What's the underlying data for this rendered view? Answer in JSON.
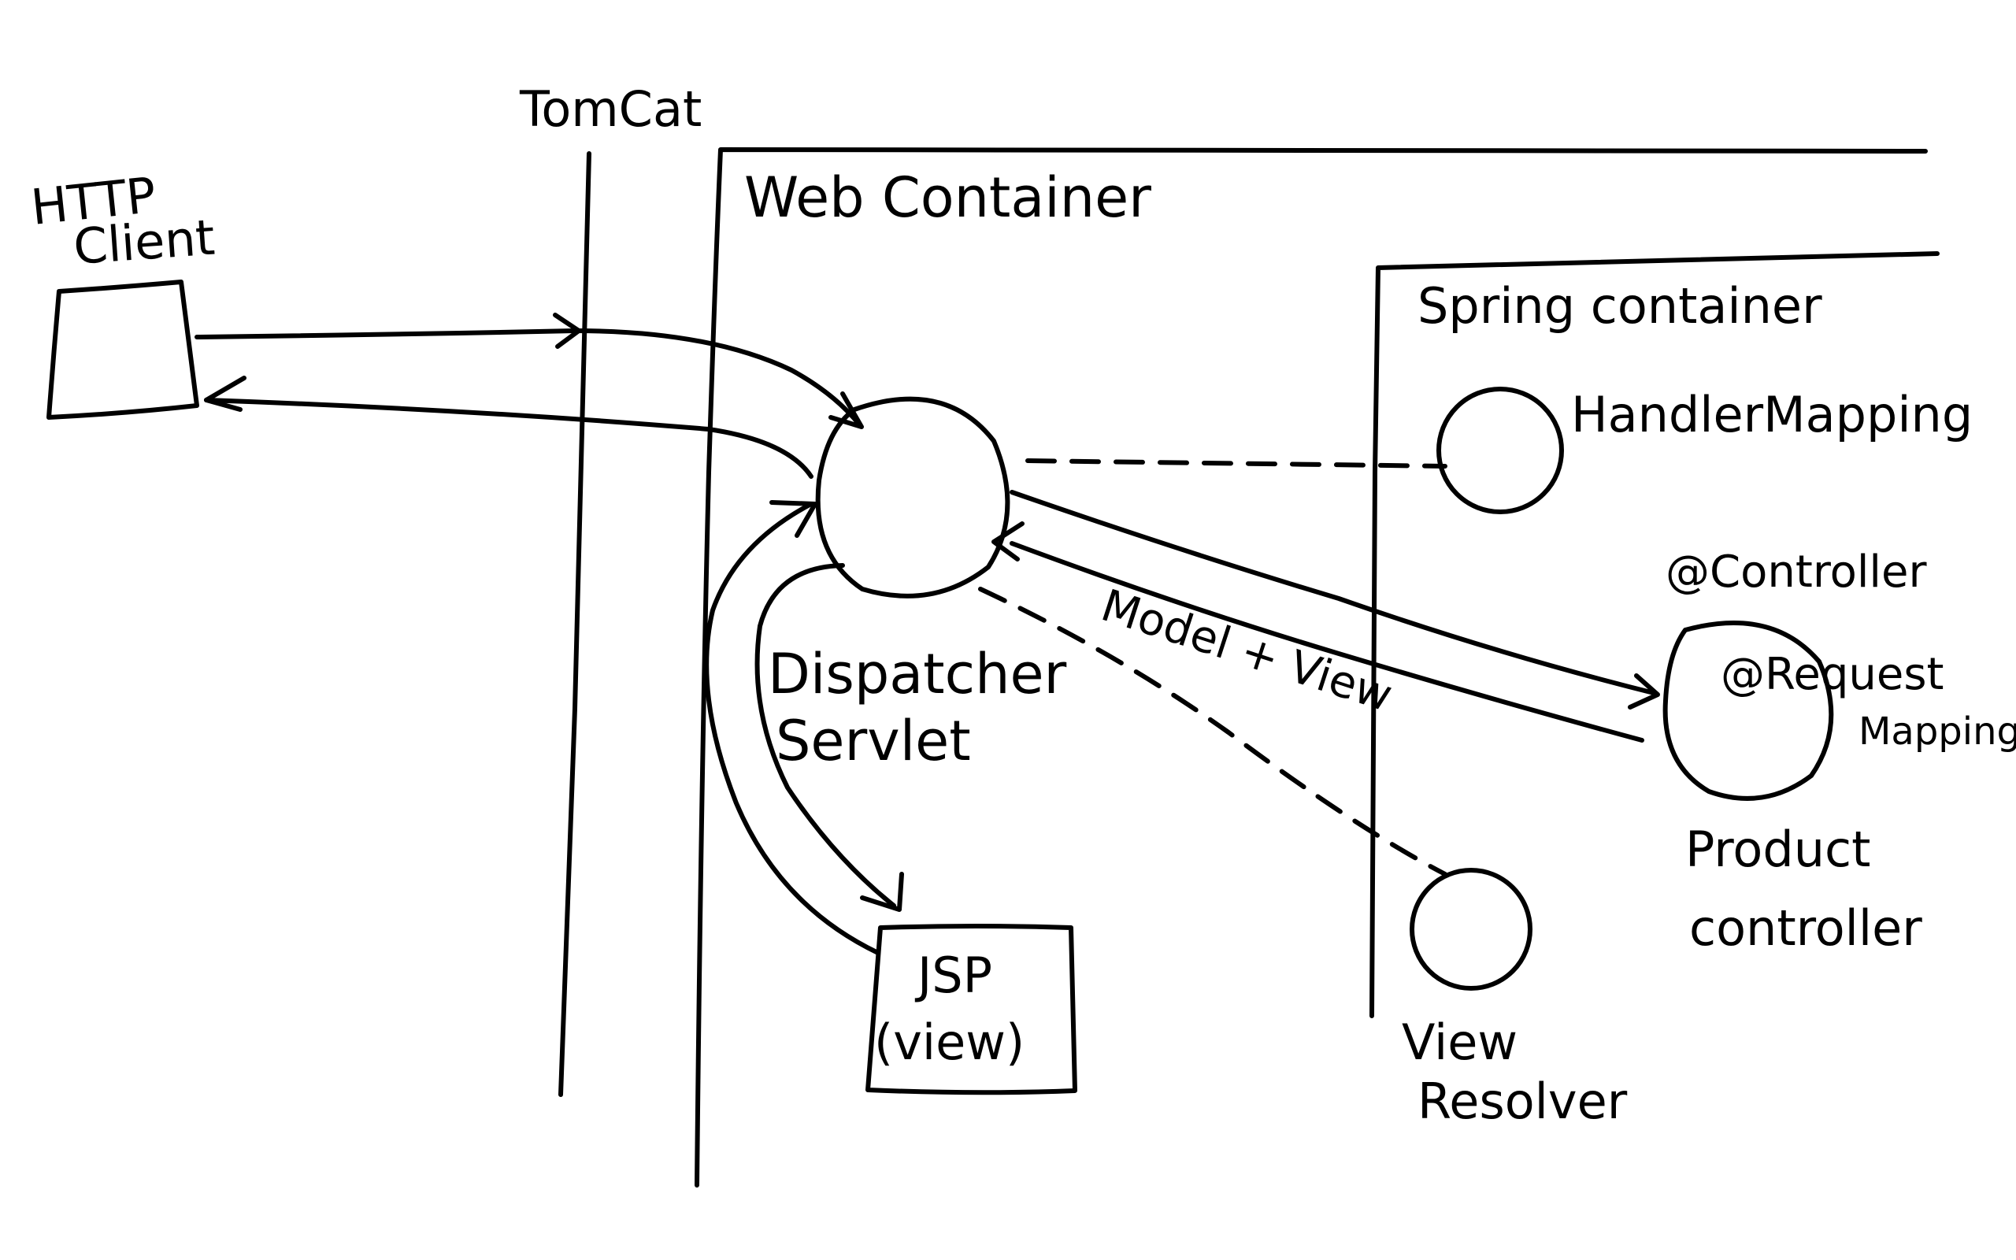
{
  "labels": {
    "http_client_line1": "HTTP",
    "http_client_line2": "Client",
    "tomcat": "TomCat",
    "web_container": "Web Container",
    "spring_container": "Spring container",
    "handler_mapping": "HandlerMapping",
    "controller_annotation": "@Controller",
    "request_annotation_line1": "@Request",
    "request_annotation_line2": "Mapping",
    "product_controller_line1": "Product",
    "product_controller_line2": "controller",
    "dispatcher_line1": "Dispatcher",
    "dispatcher_line2": "Servlet",
    "model_view": "Model + View",
    "jsp_line1": "JSP",
    "jsp_line2": "(view)",
    "view_resolver_line1": "View",
    "view_resolver_line2": "Resolver"
  }
}
